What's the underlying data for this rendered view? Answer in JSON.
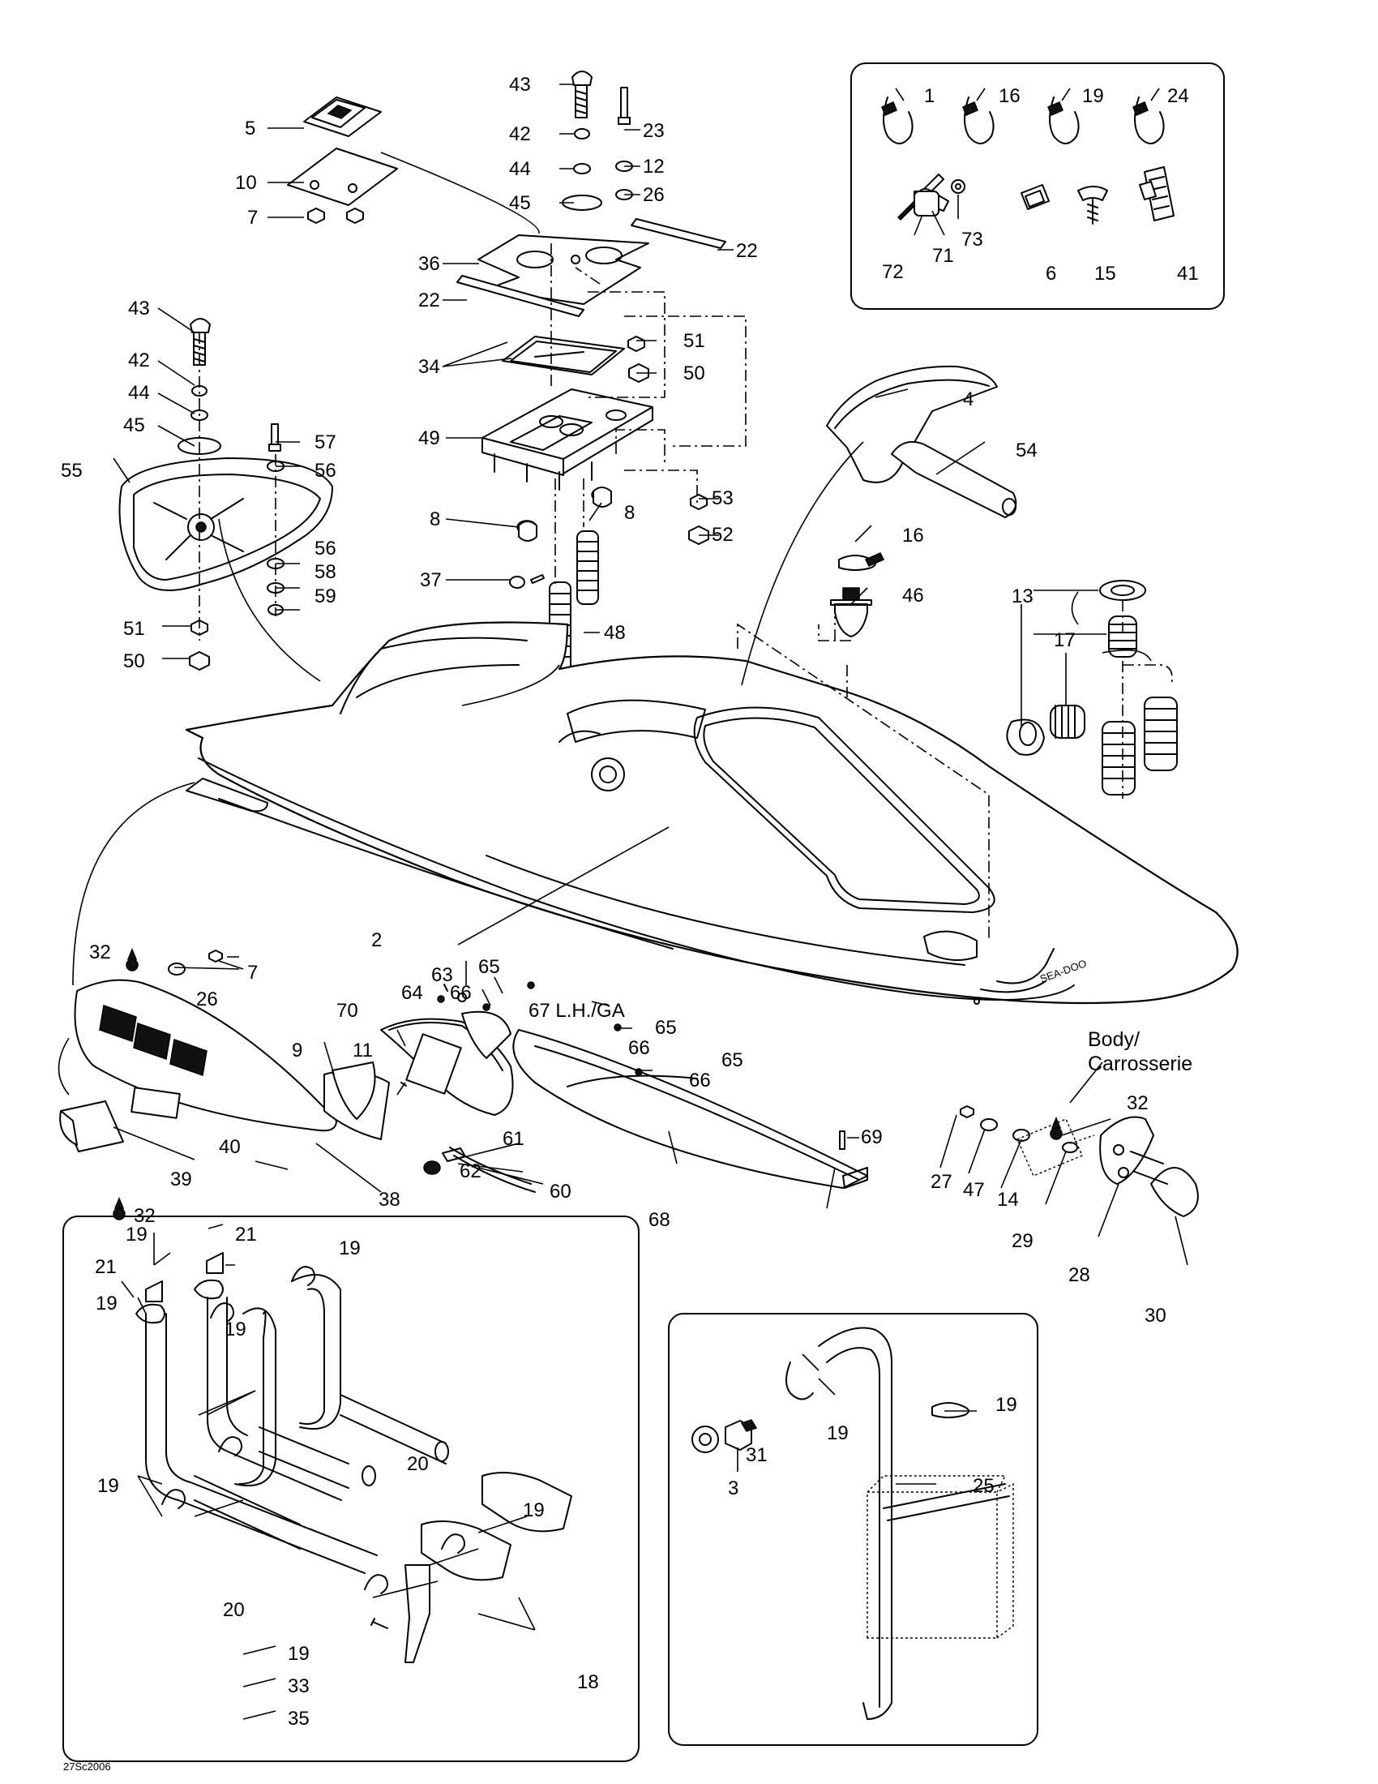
{
  "labels": {
    "l1": "1",
    "l2": "2",
    "l3": "3",
    "l4": "4",
    "l5": "5",
    "l6": "6",
    "l7a": "7",
    "l7b": "7",
    "l8a": "8",
    "l8b": "8",
    "l9": "9",
    "l10": "10",
    "l11": "11",
    "l12": "12",
    "l13": "13",
    "l14": "14",
    "l15": "15",
    "l16a": "16",
    "l16b": "16",
    "l17": "17",
    "l18": "18",
    "l19a": "19",
    "l19b": "19",
    "l19c": "19",
    "l19d": "19",
    "l19e": "19",
    "l19f": "19",
    "l19g": "19",
    "l19h": "19",
    "l19i": "19",
    "l19j": "19",
    "l20a": "20",
    "l20b": "20",
    "l21a": "21",
    "l21b": "21",
    "l22a": "22",
    "l22b": "22",
    "l23": "23",
    "l24": "24",
    "l25": "25",
    "l26a": "26",
    "l26b": "26",
    "l27": "27",
    "l28": "28",
    "l29": "29",
    "l30": "30",
    "l31": "31",
    "l32a": "32",
    "l32b": "32",
    "l32c": "32",
    "l33": "33",
    "l34": "34",
    "l35": "35",
    "l36": "36",
    "l37": "37",
    "l38": "38",
    "l39": "39",
    "l40": "40",
    "l41": "41",
    "l42a": "42",
    "l42b": "42",
    "l43a": "43",
    "l43b": "43",
    "l44a": "44",
    "l44b": "44",
    "l45a": "45",
    "l45b": "45",
    "l46": "46",
    "l47": "47",
    "l48": "48",
    "l49": "49",
    "l50a": "50",
    "l50b": "50",
    "l51a": "51",
    "l51b": "51",
    "l52": "52",
    "l53": "53",
    "l54": "54",
    "l55": "55",
    "l56a": "56",
    "l56b": "56",
    "l57": "57",
    "l58": "58",
    "l59": "59",
    "l60": "60",
    "l61": "61",
    "l62": "62",
    "l63": "63",
    "l64": "64",
    "l65a": "65",
    "l65b": "65",
    "l65c": "65",
    "l66a": "66",
    "l66b": "66",
    "l66c": "66",
    "l67": "67 L.H./GA",
    "l68": "68",
    "l69": "69",
    "l70": "70",
    "l71": "71",
    "l72": "72",
    "l73": "73"
  },
  "annotations": {
    "body_line1": "Body/",
    "body_line2": "Carrosserie",
    "drawing_code": "27Sc2006",
    "hull_badge": "SEA-DOO"
  }
}
